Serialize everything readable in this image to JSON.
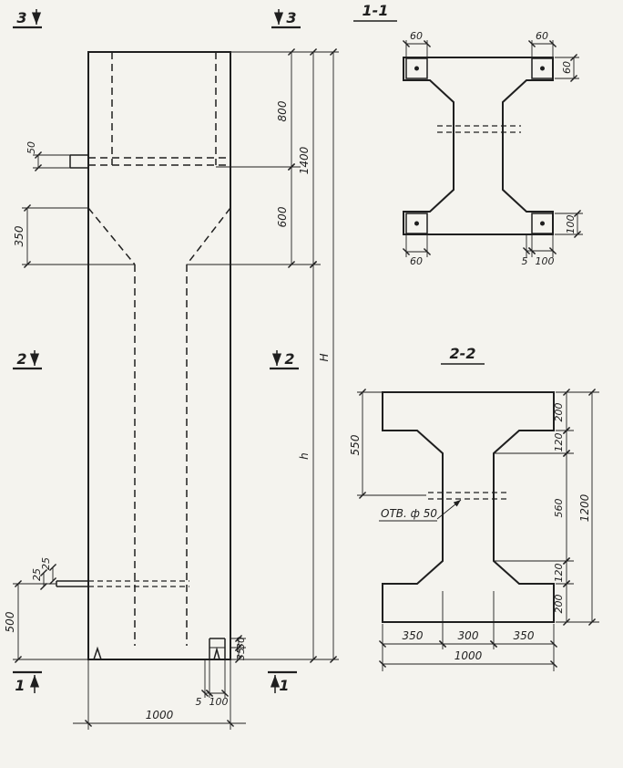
{
  "meta": {
    "paper": "#f4f3ee",
    "ink": "#1f1f1f"
  },
  "elevation": {
    "markers": {
      "top_left": "3",
      "top_right": "3",
      "mid_left": "2",
      "mid_right": "2",
      "bottom_left": "1",
      "bottom_right": "1"
    },
    "dims": {
      "tab": "50",
      "taper": "350",
      "recess": "800",
      "console": "600",
      "upper_total": "1400",
      "total": "H",
      "shaft": "h",
      "base": "500",
      "off_a": "25",
      "off_b": "25",
      "lip": "30",
      "plate_h": "35",
      "gap": "5",
      "plate_w": "100",
      "width": "1000"
    }
  },
  "section11": {
    "title": "1-1",
    "dims": {
      "tl": "60",
      "tr": "60",
      "right_top": "60",
      "bl": "60",
      "gap": "5",
      "plate": "100",
      "right_bottom": "100"
    }
  },
  "section22": {
    "title": "2-2",
    "hole": "ОТВ. ф 50",
    "dims": {
      "upper": "550",
      "flange_a": "200",
      "haunch_a": "120",
      "web": "560",
      "haunch_b": "120",
      "flange_b": "200",
      "height": "1200",
      "seg_a": "350",
      "seg_mid": "300",
      "seg_b": "350",
      "width": "1000"
    }
  }
}
